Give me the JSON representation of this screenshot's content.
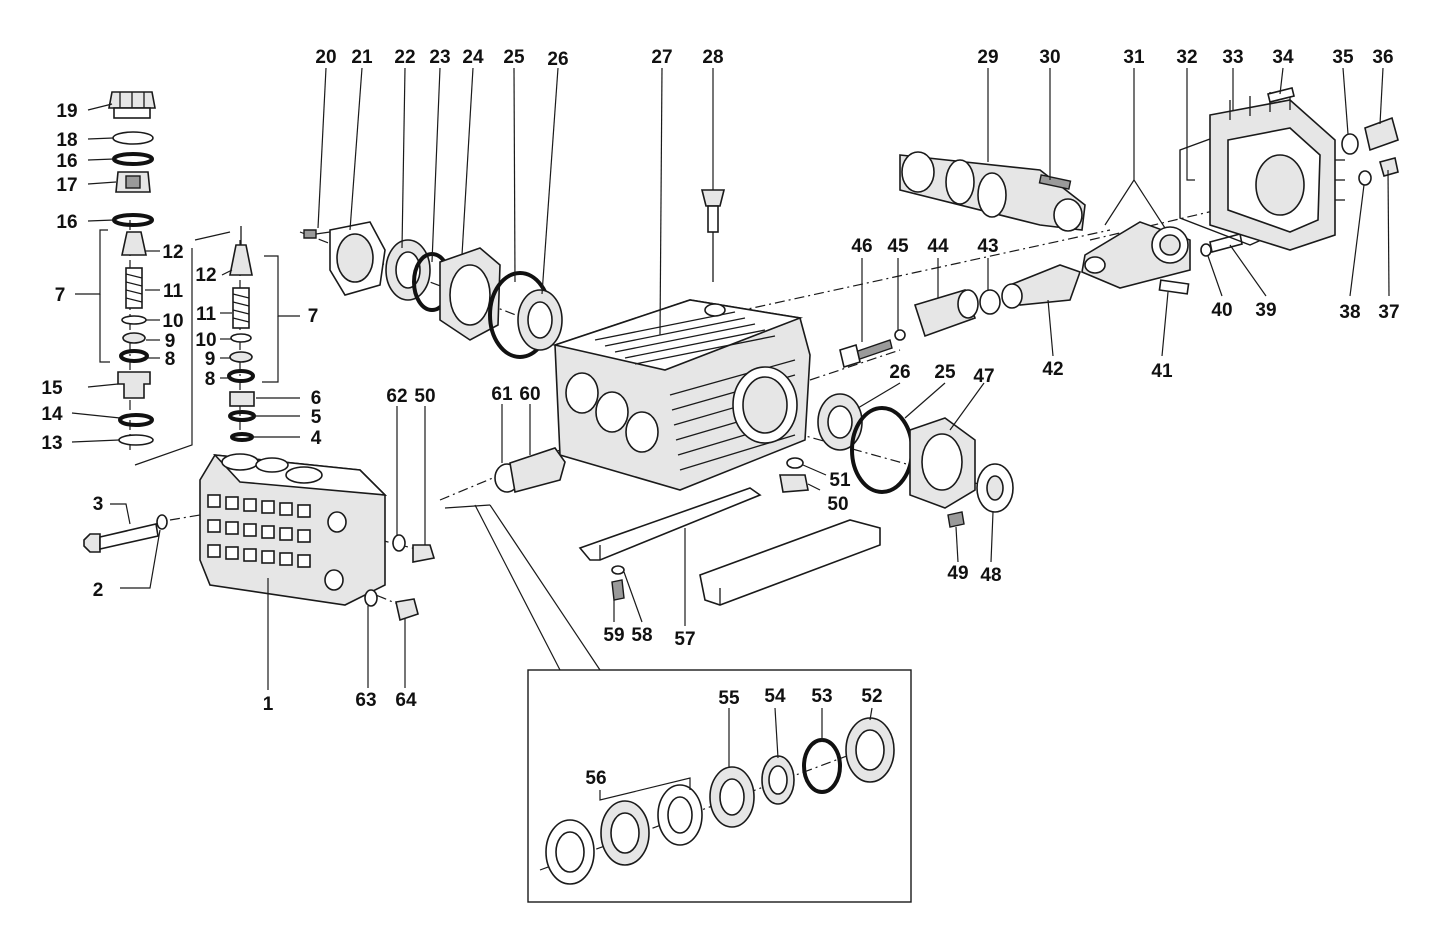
{
  "diagram": {
    "callouts": {
      "c1": "1",
      "c2": "2",
      "c3": "3",
      "c4": "4",
      "c5": "5",
      "c6": "6",
      "c7": "7",
      "c8": "8",
      "c9": "9",
      "c10": "10",
      "c11": "11",
      "c12": "12",
      "c13": "13",
      "c14": "14",
      "c15": "15",
      "c16": "16",
      "c17": "17",
      "c18": "18",
      "c19": "19",
      "c20": "20",
      "c21": "21",
      "c22": "22",
      "c23": "23",
      "c24": "24",
      "c25": "25",
      "c26": "26",
      "c27": "27",
      "c28": "28",
      "c29": "29",
      "c30": "30",
      "c31": "31",
      "c32": "32",
      "c33": "33",
      "c34": "34",
      "c35": "35",
      "c36": "36",
      "c37": "37",
      "c38": "38",
      "c39": "39",
      "c40": "40",
      "c41": "41",
      "c42": "42",
      "c43": "43",
      "c44": "44",
      "c45": "45",
      "c46": "46",
      "c47": "47",
      "c48": "48",
      "c49": "49",
      "c50": "50",
      "c51": "51",
      "c52": "52",
      "c53": "53",
      "c54": "54",
      "c55": "55",
      "c56": "56",
      "c57": "57",
      "c58": "58",
      "c59": "59",
      "c60": "60",
      "c61": "61",
      "c62": "62",
      "c63": "63",
      "c64": "64"
    }
  }
}
